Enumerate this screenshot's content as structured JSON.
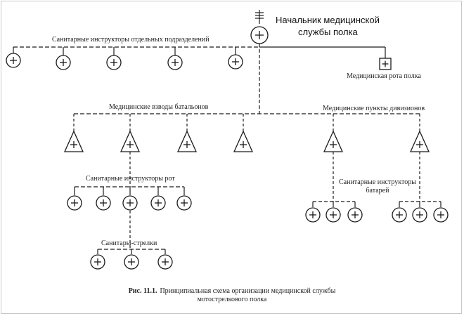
{
  "chief": {
    "title_line1": "Начальник медицинской",
    "title_line2": "службы полка"
  },
  "labels": {
    "unit_instructors": "Санитарные инструкторы отдельных подразделений",
    "medical_company": "Медицинская рота полка",
    "battalion_platoons": "Медицинские взводы батальонов",
    "division_points": "Медицинские пункты дивизионов",
    "company_instructors": "Санитарные инструкторы рот",
    "battery_instructors_line1": "Санитарные инструкторы",
    "battery_instructors_line2": "батарей",
    "orderlies": "Санитары-стрелки"
  },
  "caption": {
    "figure_no": "Рис. 11.1.",
    "line1": "Принципиальная схема организации медицинской службы",
    "line2": "мотострелкового полка"
  },
  "symbols": {
    "chief": "circle-plus",
    "unit_instructor": "circle-plus",
    "medical_company": "square-plus",
    "platoon": "triangle-plus",
    "instructor": "circle-plus",
    "orderly": "circle-plus"
  },
  "colors": {
    "ink": "#1a1a1a",
    "background": "#ffffff"
  }
}
